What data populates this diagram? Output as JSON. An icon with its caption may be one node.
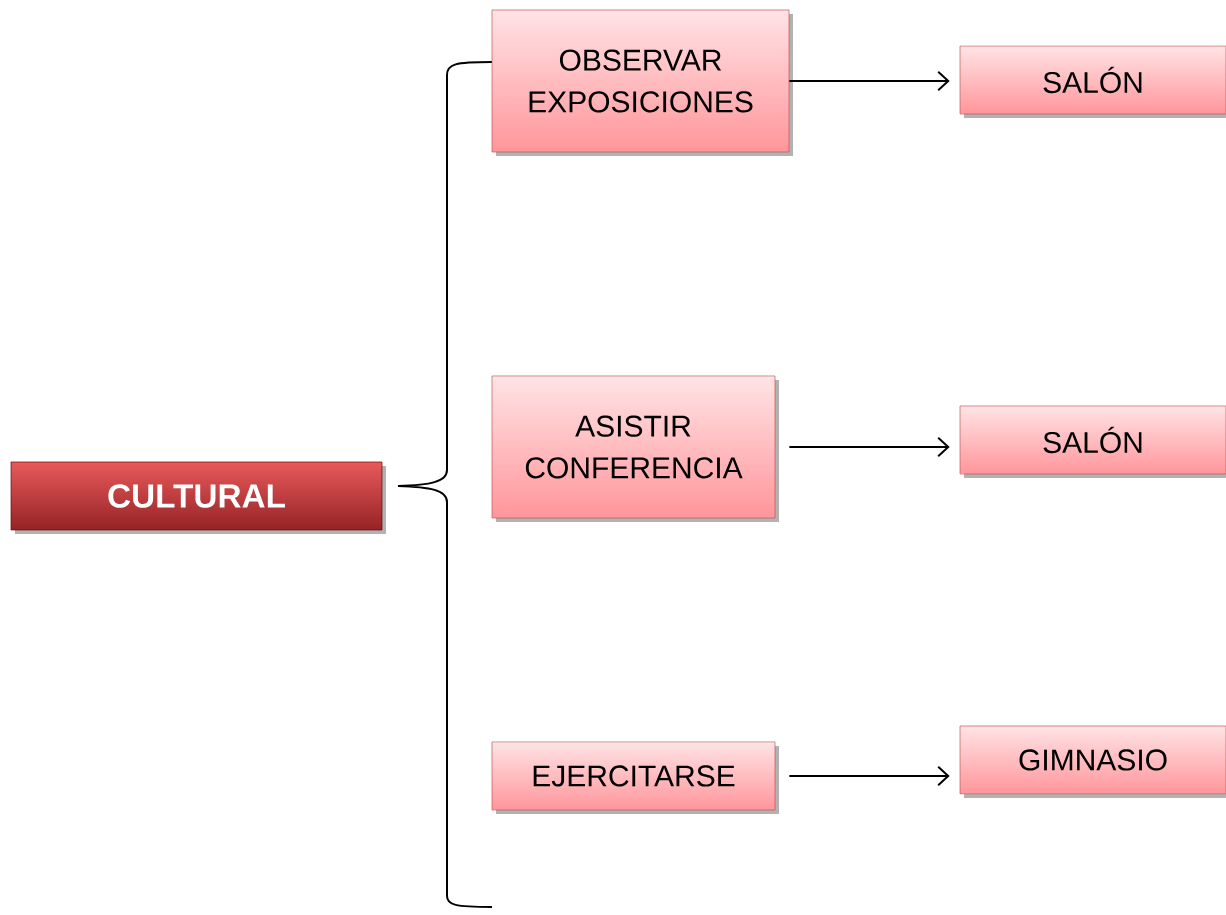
{
  "diagram": {
    "nodes": [
      {
        "text": [
          "CULTURAL"
        ]
      },
      {
        "text": [
          "OBSERVAR EXPOSICIONES"
        ]
      },
      {
        "text": [
          "SALÓN"
        ]
      },
      {
        "text": [
          "ASISTIR CONFERENCIA"
        ]
      },
      {
        "text": [
          "SALÓN"
        ]
      },
      {
        "text": [
          "EJERCITARSE"
        ]
      },
      {
        "text": [
          "GIMNASIO"
        ]
      }
    ],
    "edges": [
      {
        "from": 1,
        "to": 2,
        "arrow": "to"
      },
      {
        "from": 3,
        "to": 4,
        "arrow": "to"
      },
      {
        "from": 5,
        "to": 6,
        "arrow": "to"
      }
    ]
  }
}
